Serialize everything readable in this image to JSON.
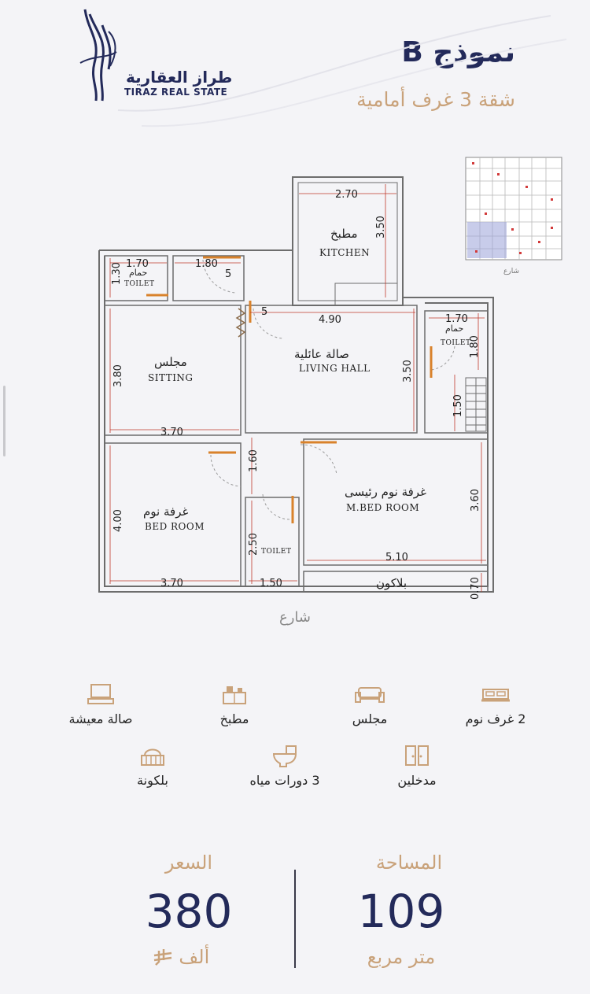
{
  "brand": {
    "name_ar": "طراز العقارية",
    "name_en": "TIRAZ REAL STATE"
  },
  "header": {
    "model_title": "نموذج B",
    "subtitle": "شقة 3 غرف أمامية"
  },
  "plan": {
    "rooms": {
      "kitchen_ar": "مطبخ",
      "kitchen_en": "KITCHEN",
      "living_ar": "صالة عائلية",
      "living_en": "LIVING HALL",
      "sitting_ar": "مجلس",
      "sitting_en": "SITTING",
      "bedroom_ar": "غرفة نوم",
      "bedroom_en": "BED ROOM",
      "master_ar": "غرفة نوم رئيسى",
      "master_en": "M.BED ROOM",
      "toilet1_ar": "حمام",
      "toilet1_en": "TOILET",
      "toilet2_ar": "حمام",
      "toilet2_en": "TOILET",
      "toilet3_en": "TOILET",
      "balcony_ar": "بلاكون"
    },
    "dims": {
      "kitchen_w": "2.70",
      "kitchen_h": "3.50",
      "t1_w": "1.70",
      "corr_w": "1.80",
      "t1_h": "1.30",
      "door_a": "5",
      "door_b": "5",
      "living_w": "4.90",
      "living_h": "3.50",
      "t2_w": "1.70",
      "t2_h": "1.80",
      "stair_h": "1.50",
      "sitting_h": "3.80",
      "sitting_w": "3.70",
      "corr_h": "1.60",
      "bed_h": "4.00",
      "bed_w": "3.70",
      "t3_h": "2.50",
      "t3_w": "1.50",
      "master_h": "3.60",
      "master_w": "5.10",
      "balcony_h": "0.70"
    },
    "street": "شارع",
    "mini_street": "شارع"
  },
  "features": [
    {
      "icon": "bed-icon",
      "label": "2 غرف نوم"
    },
    {
      "icon": "sofa-icon",
      "label": "مجلس"
    },
    {
      "icon": "kitchen-icon",
      "label": "مطبخ"
    },
    {
      "icon": "tv-icon",
      "label": "صالة معيشة"
    },
    {
      "icon": "door-icon",
      "label": "مدخلين"
    },
    {
      "icon": "toilet-icon",
      "label": "3 دورات مياه"
    },
    {
      "icon": "balcony-icon",
      "label": "بلكونة"
    }
  ],
  "area": {
    "label": "المساحة",
    "value": "109",
    "unit": "متر مربع"
  },
  "price": {
    "label": "السعر",
    "value": "380",
    "unit": "ألف"
  },
  "colors": {
    "navy": "#232a5a",
    "gold": "#c9a27a",
    "dimension_red": "#c0392b",
    "door_orange": "#d9822b"
  }
}
